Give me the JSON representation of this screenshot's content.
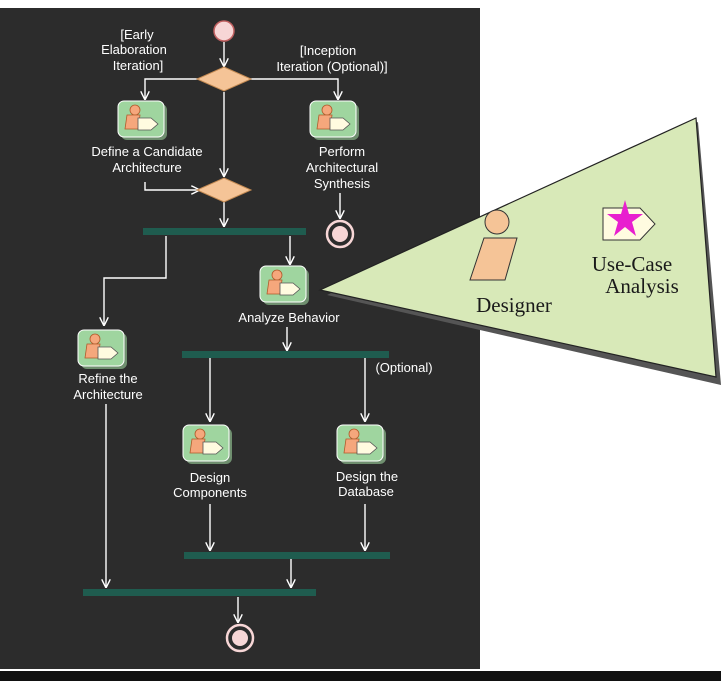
{
  "diagram": {
    "guards": {
      "early_elaboration": [
        "[Early",
        "Elaboration",
        "Iteration]"
      ],
      "inception": [
        "[Inception",
        "Iteration (Optional)]"
      ]
    },
    "activities": {
      "define_candidate": [
        "Define a Candidate",
        "Architecture"
      ],
      "perform_synthesis": [
        "Perform",
        "Architectural",
        "Synthesis"
      ],
      "analyze_behavior": [
        "Analyze Behavior"
      ],
      "refine_architecture": [
        "Refine the",
        "Architecture"
      ],
      "design_components": [
        "Design",
        "Components"
      ],
      "design_database": [
        "Design the",
        "Database"
      ]
    },
    "optional_label": "(Optional)",
    "callout": {
      "role": "Designer",
      "artifact": [
        "Use-Case",
        "Analysis"
      ]
    }
  },
  "colors": {
    "panel_bg": "#2c2c2c",
    "bar": "#1f5c4f",
    "decision": "#f5c497",
    "activity_bg": "#9fd59f",
    "callout_bg": "#d8e9b8",
    "star": "#e81fcf"
  }
}
